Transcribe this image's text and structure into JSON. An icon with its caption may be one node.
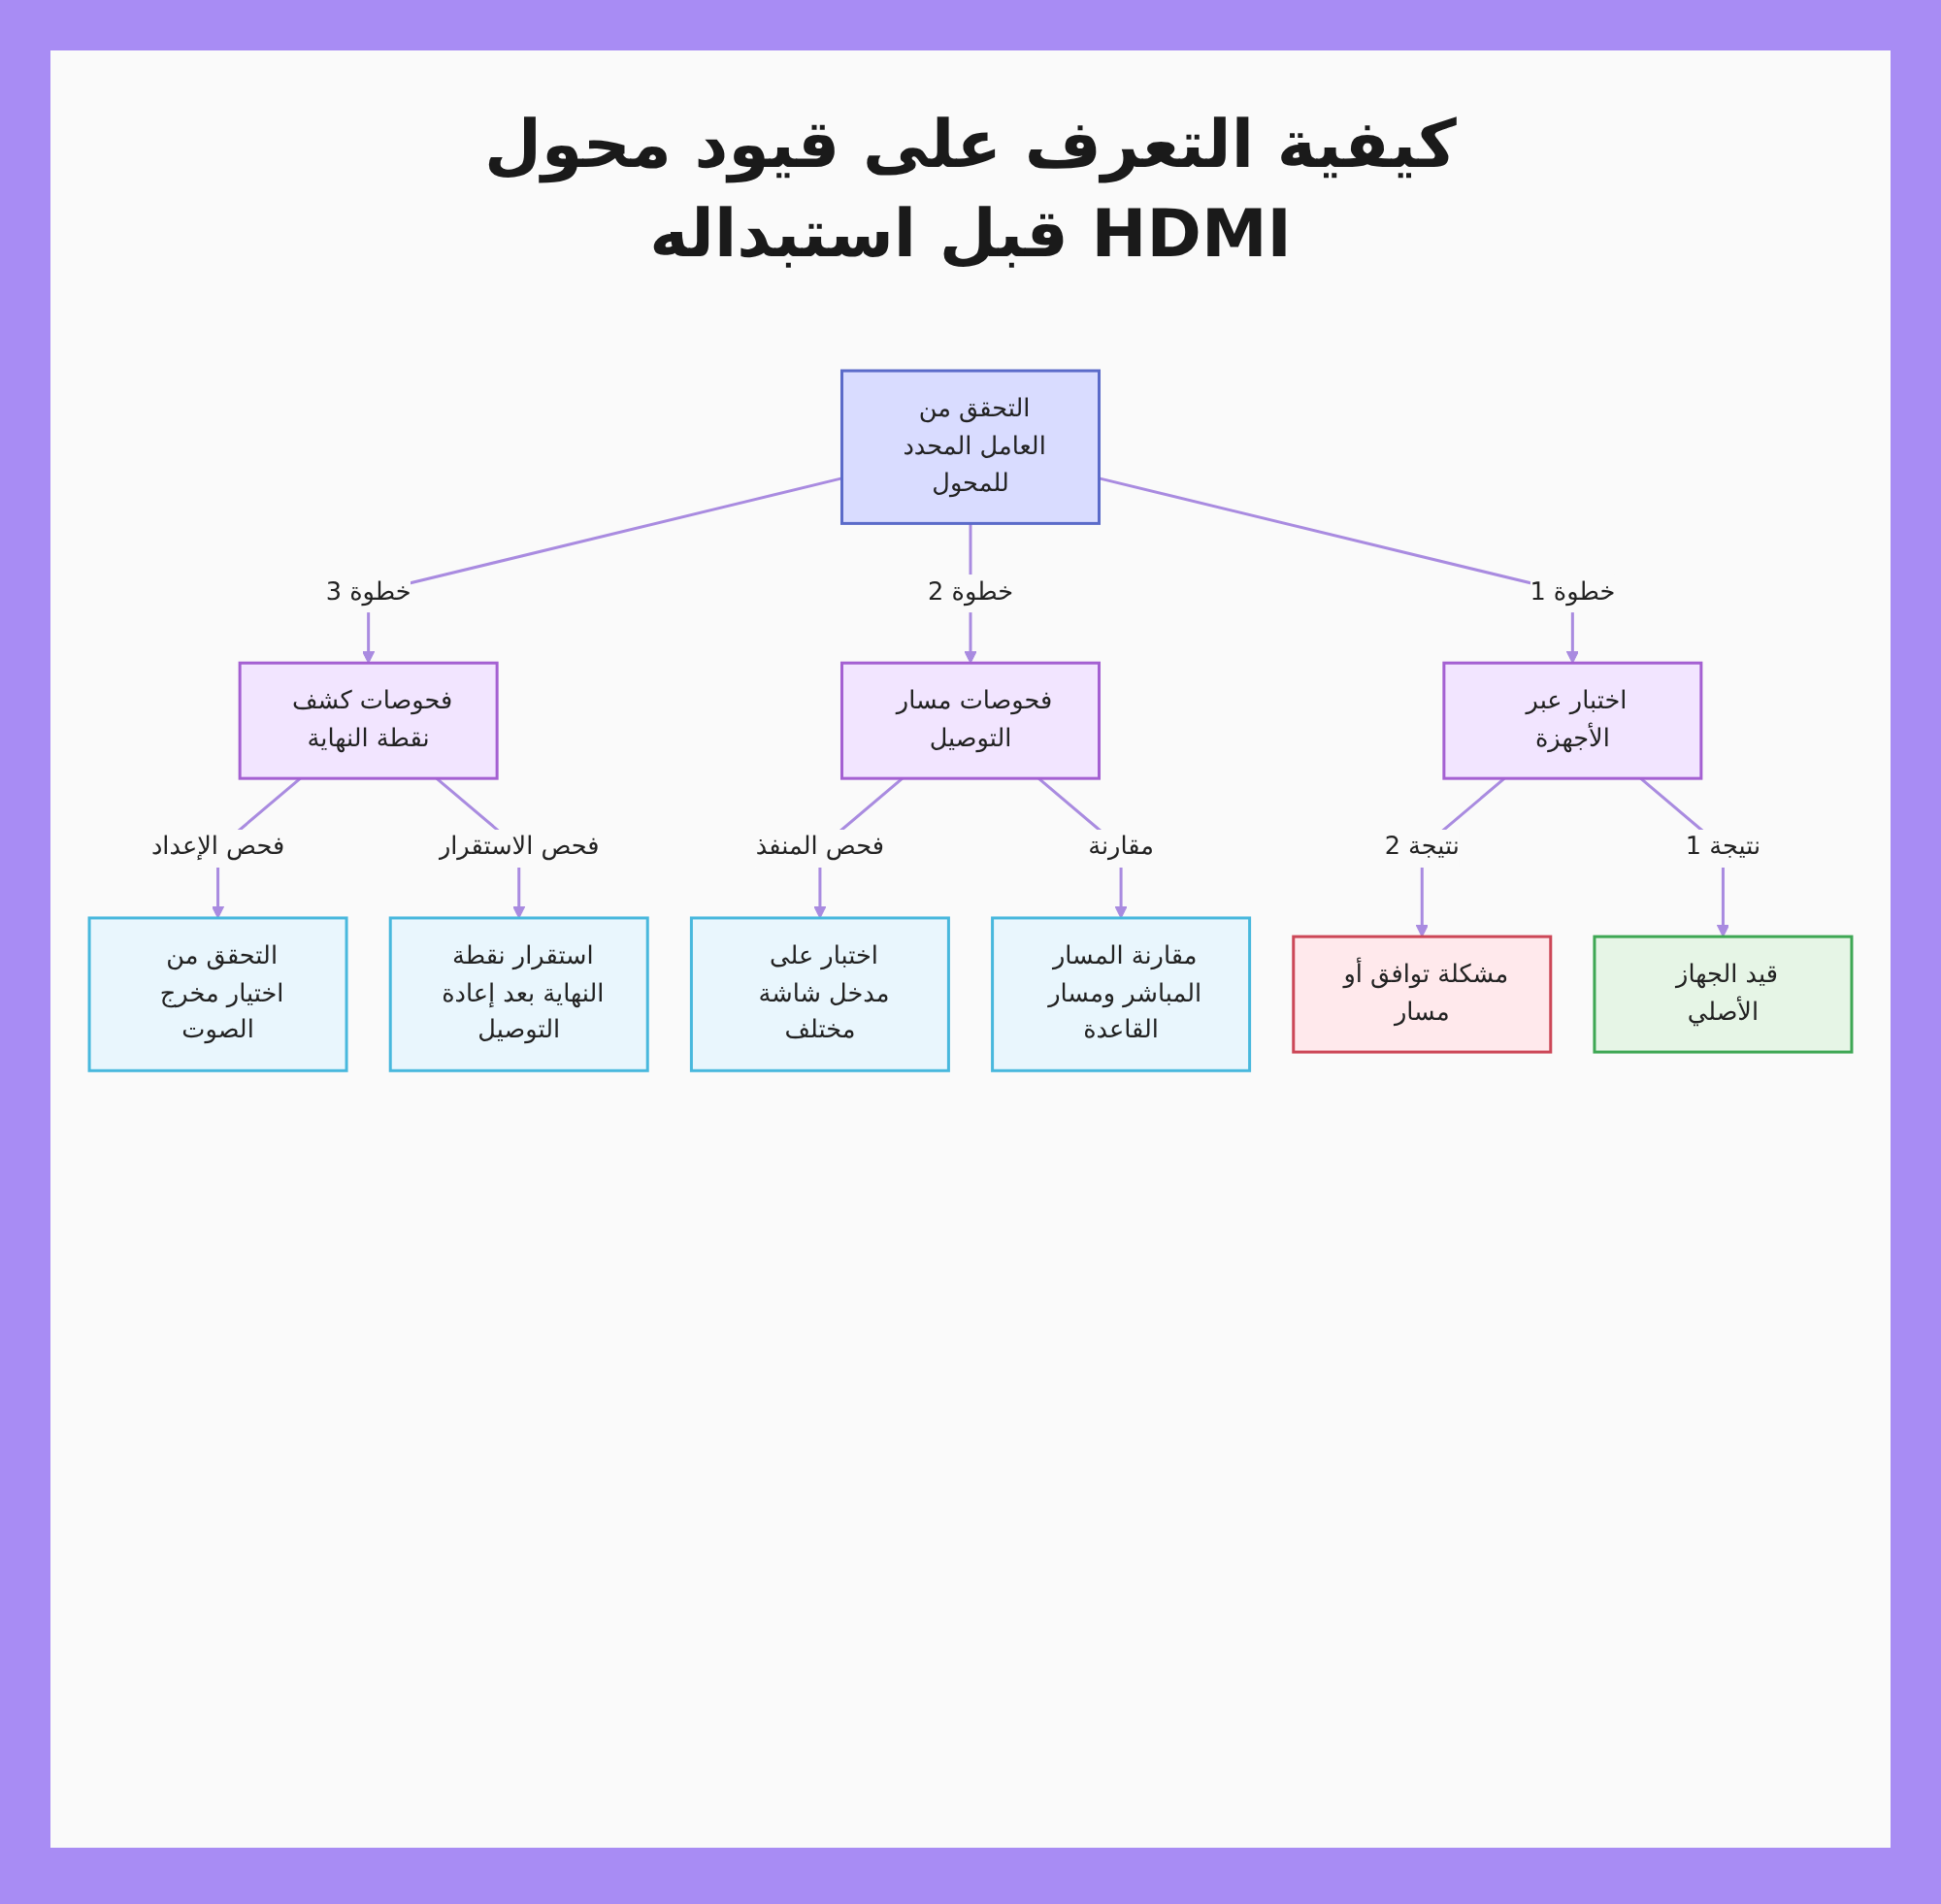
{
  "diagram": {
    "title": "كيفية التعرف على قيود محول HDMI قبل استبداله",
    "nodes": [
      {
        "text": [
          "التحقق من العامل المحدد للمحول"
        ]
      },
      {
        "text": [
          "اختبار عبر الأجهزة"
        ]
      },
      {
        "text": [
          "فحوصات مسار التوصيل"
        ]
      },
      {
        "text": [
          "فحوصات كشف نقطة النهاية"
        ]
      },
      {
        "text": [
          "قيد الجهاز الأصلي"
        ]
      },
      {
        "text": [
          "مشكلة توافق أو مسار"
        ]
      },
      {
        "text": [
          "مقارنة المسار المباشر ومسار القاعدة"
        ]
      },
      {
        "text": [
          "اختبار على مدخل شاشة مختلف"
        ]
      },
      {
        "text": [
          "استقرار نقطة النهاية بعد إعادة التوصيل"
        ]
      },
      {
        "text": [
          "التحقق من اختيار مخرج الصوت"
        ]
      }
    ],
    "edges": [
      {
        "from": 0,
        "to": 1,
        "arrow": "to",
        "label": "خطوة 1"
      },
      {
        "from": 0,
        "to": 2,
        "arrow": "to",
        "label": "خطوة 2"
      },
      {
        "from": 0,
        "to": 3,
        "arrow": "to",
        "label": "خطوة 3"
      },
      {
        "from": 1,
        "to": 4,
        "arrow": "to",
        "label": "نتيجة 1"
      },
      {
        "from": 1,
        "to": 5,
        "arrow": "to",
        "label": "نتيجة 2"
      },
      {
        "from": 2,
        "to": 6,
        "arrow": "to",
        "label": "مقارنة"
      },
      {
        "from": 2,
        "to": 7,
        "arrow": "to",
        "label": "فحص المنفذ"
      },
      {
        "from": 3,
        "to": 8,
        "arrow": "to",
        "label": "فحص الاستقرار"
      },
      {
        "from": 3,
        "to": 9,
        "arrow": "to",
        "label": "فحص الإعداد"
      }
    ]
  }
}
